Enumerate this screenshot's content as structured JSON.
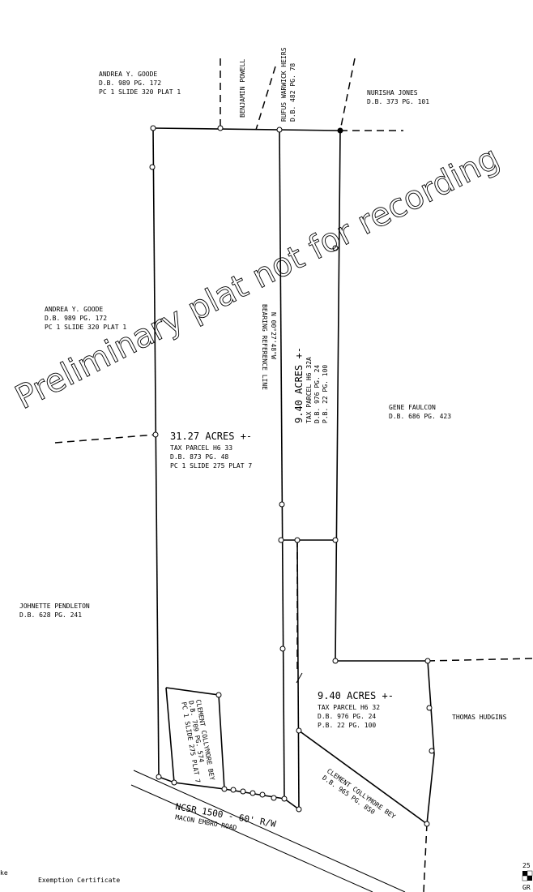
{
  "watermark": "Preliminary plat not for recording",
  "owners": {
    "goode_top": {
      "name": "ANDREA Y. GOODE",
      "line1": "D.B. 989 PG. 172",
      "line2": "PC 1 SLIDE 320 PLAT 1"
    },
    "goode_mid": {
      "name": "ANDREA Y. GOODE",
      "line1": "D.B. 989 PG. 172",
      "line2": "PC 1 SLIDE 320 PLAT 1"
    },
    "powell": {
      "name": "BENJAMIN POWELL"
    },
    "warwick": {
      "name": "RUFUS WARWICK HEIRS",
      "line1": "D.B. 482 PG. 78"
    },
    "jones": {
      "name": "NURISHA JONES",
      "line1": "D.B. 373 PG. 101"
    },
    "faulcon": {
      "name": "GENE FAULCON",
      "line1": "D.B. 686 PG. 423"
    },
    "pendleton": {
      "name": "JOHNETTE PENDLETON",
      "line1": "D.B. 628 PG. 241"
    },
    "hudgins": {
      "name": "THOMAS HUDGINS"
    },
    "bey_small": {
      "name": "CLEMENT COLLYMORE BEY",
      "line1": "D.B. 709 PG. 574",
      "line2": "PC 1 SLIDE 275 PLAT 7"
    },
    "bey_road": {
      "name": "CLEMENT COLLYMORE BEY",
      "line1": "D.B. 965 PG. 850"
    }
  },
  "bearing": {
    "value": "N 00°27'48\"W",
    "label": "BEARING REFERENCE LINE"
  },
  "parcels": {
    "p33": {
      "acres": "31.27 ACRES +-",
      "tax": "TAX PARCEL H6 33",
      "db": "D.B. 873 PG. 48",
      "pc": "PC 1 SLIDE 275 PLAT 7"
    },
    "p32a": {
      "acres": "9.40 ACRES +-",
      "tax": "TAX PARCEL H6 32A",
      "db": "D.B. 976 PG. 24",
      "pb": "P.B. 22 PG. 100"
    },
    "p32": {
      "acres": "9.40 ACRES +-",
      "tax": "TAX PARCEL H6 32",
      "db": "D.B. 976 PG. 24",
      "pb": "P.B. 22 PG. 100"
    }
  },
  "road": {
    "name": "NCSR 1500 - 60' R/W",
    "sub": "MACON EMBRO ROAD"
  },
  "footer": {
    "left_fragment": "ke",
    "certificate": "Exemption Certificate",
    "corner_number": "25",
    "corner_text": "GR"
  }
}
